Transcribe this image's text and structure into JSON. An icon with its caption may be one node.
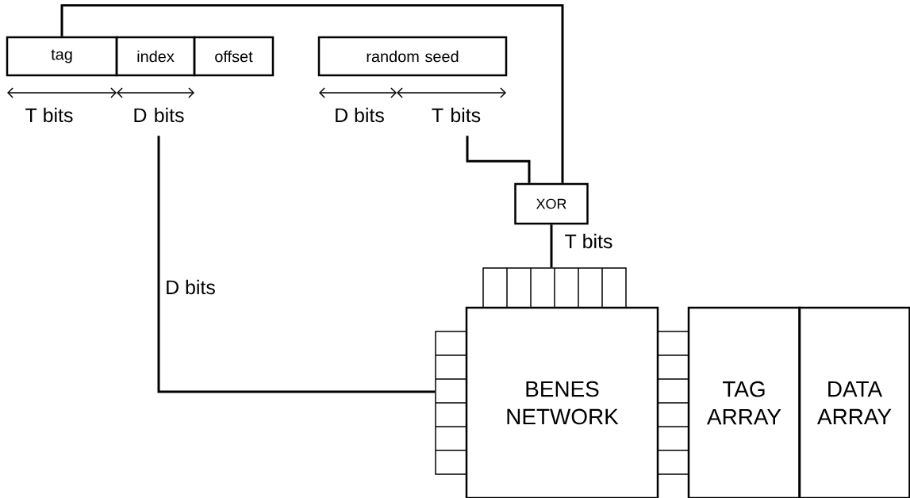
{
  "diagram": {
    "nodes": [
      {
        "text": [
          "tag"
        ]
      },
      {
        "text": [
          "index"
        ]
      },
      {
        "text": [
          "offset"
        ]
      },
      {
        "text": [
          "random seed"
        ]
      },
      {
        "text": [
          "D bits"
        ]
      },
      {
        "text": [
          "T bits"
        ]
      },
      {
        "text": [
          "XOR"
        ]
      },
      {
        "text": [],
        "shape": "box"
      },
      {
        "text": [],
        "shape": "box"
      },
      {
        "text": [
          "BENES NETWORK"
        ]
      },
      {
        "text": [],
        "shape": "box"
      },
      {
        "text": [
          "TAG ARRAY"
        ]
      },
      {
        "text": [
          "DATA ARRAY"
        ]
      }
    ],
    "edges": [
      {
        "from": 0,
        "to": 6,
        "arrow": "none"
      },
      {
        "from": 4,
        "to": 8,
        "arrow": "none",
        "label": "D bits"
      },
      {
        "from": 5,
        "to": 6,
        "arrow": "none"
      },
      {
        "from": 6,
        "to": 7,
        "arrow": "none",
        "label": "T bits"
      }
    ],
    "labels": [
      "T bits",
      "D bits"
    ]
  }
}
